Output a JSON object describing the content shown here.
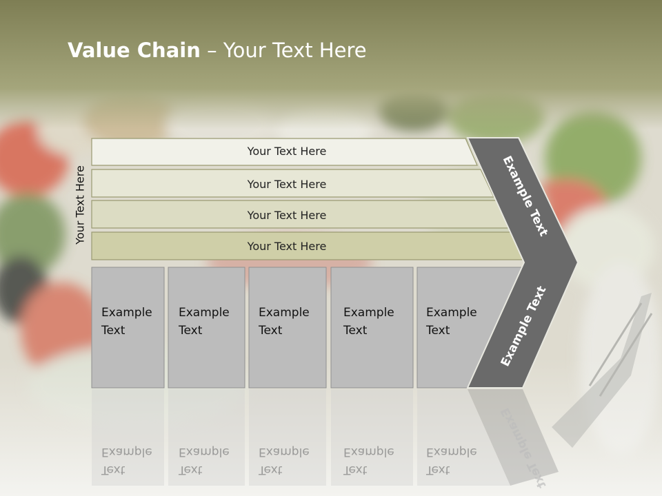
{
  "slide": {
    "title_bold": "Value Chain",
    "title_rest": " – Your Text Here",
    "vertical_label": "Your Text Here"
  },
  "bars": [
    {
      "label": "Your Text Here"
    },
    {
      "label": "Your Text Here"
    },
    {
      "label": "Your Text Here"
    },
    {
      "label": "Your Text Here"
    }
  ],
  "boxes": [
    {
      "line1": "Example",
      "line2": "Text"
    },
    {
      "line1": "Example",
      "line2": "Text"
    },
    {
      "line1": "Example",
      "line2": "Text"
    },
    {
      "line1": "Example",
      "line2": "Text"
    },
    {
      "line1": "Example",
      "line2": "Text"
    }
  ],
  "chevron": {
    "upper_label": "Example Text",
    "lower_label": "Example Text"
  },
  "colors": {
    "header": "#8c8c5e",
    "bar_fills": [
      "#f1f1e9",
      "#e7e7d6",
      "#dcdcc3",
      "#cfcfa8"
    ],
    "box_fill": "#bcbcbc",
    "chevron_fill": "#6a6a6a"
  }
}
